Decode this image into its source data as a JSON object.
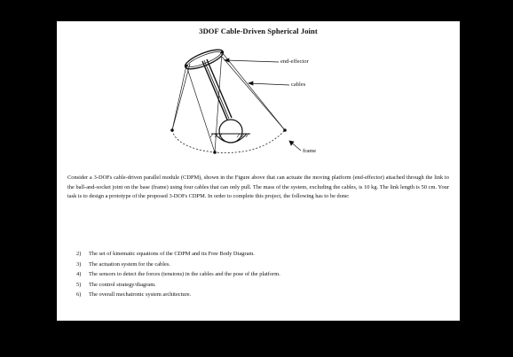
{
  "document": {
    "title": "3DOF Cable-Driven Spherical Joint",
    "figure_labels": {
      "end_effector": "end-effector",
      "cables": "cables",
      "frame": "frame"
    },
    "paragraph": "Consider a 3-DOFs cable-driven parallel module (CDPM), shown in the Figure above that can actuate the moving platform (end-effector) attached through the link to the ball-and-socket joint on the base (frame) using four cables that can only pull. The mass of the system, excluding the cables, is 10 kg. The link length is 50 cm. Your task is to design a prototype of the proposed 3-DOFs CDPM. In order to complete this project, the following has to be done:",
    "tasks": [
      {
        "num": "2)",
        "text": "The set of kinematic equations of the CDPM and its Free Body Diagram."
      },
      {
        "num": "3)",
        "text": "The actuation system for the cables."
      },
      {
        "num": "4)",
        "text": "The sensors to detect the forces (tensions) in the cables and the pose of the platform."
      },
      {
        "num": "5)",
        "text": "The control strategy/diagram."
      },
      {
        "num": "6)",
        "text": "The overall mechatronic system architecture."
      }
    ]
  }
}
